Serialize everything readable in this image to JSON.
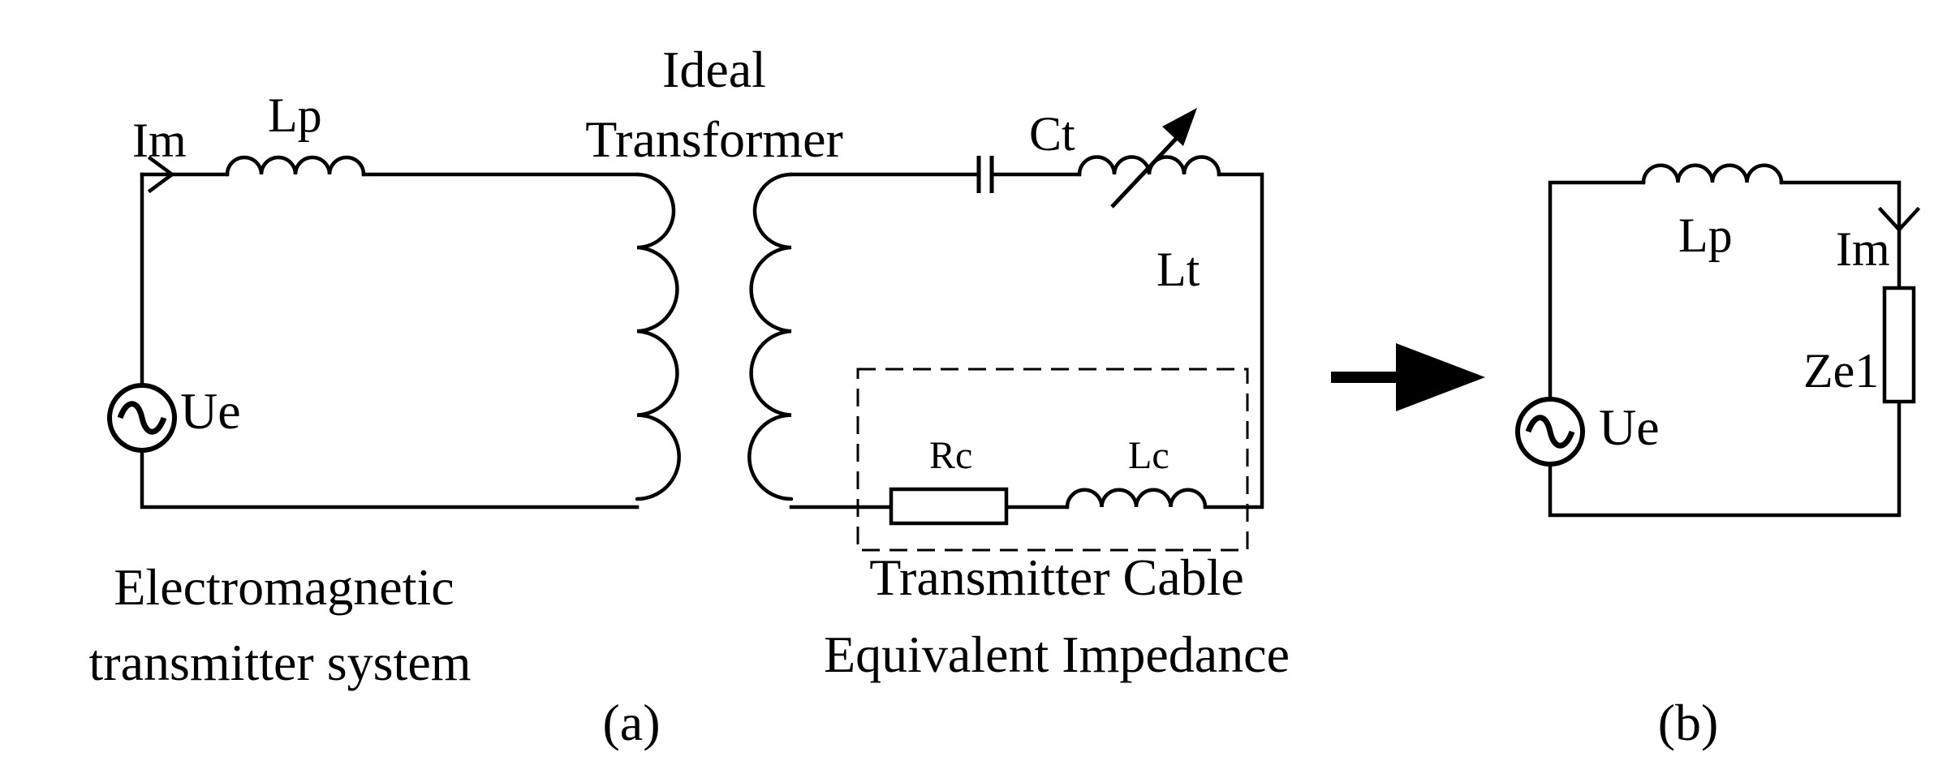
{
  "circuit_a": {
    "current_label": "Im",
    "inductor_label": "Lp",
    "source_label": "Ue",
    "transformer_label_line1": "Ideal",
    "transformer_label_line2": "Transformer",
    "capacitor_label": "Ct",
    "variable_inductor_label": "Lt",
    "resistor_label": "Rc",
    "cable_inductor_label": "Lc",
    "system_caption_line1": "Electromagnetic",
    "system_caption_line2": "transmitter system",
    "cable_caption_line1": "Transmitter Cable",
    "cable_caption_line2": "Equivalent Impedance",
    "panel_label": "(a)"
  },
  "circuit_b": {
    "inductor_label": "Lp",
    "current_label": "Im",
    "impedance_label": "Ze1",
    "source_label": "Ue",
    "panel_label": "(b)"
  }
}
